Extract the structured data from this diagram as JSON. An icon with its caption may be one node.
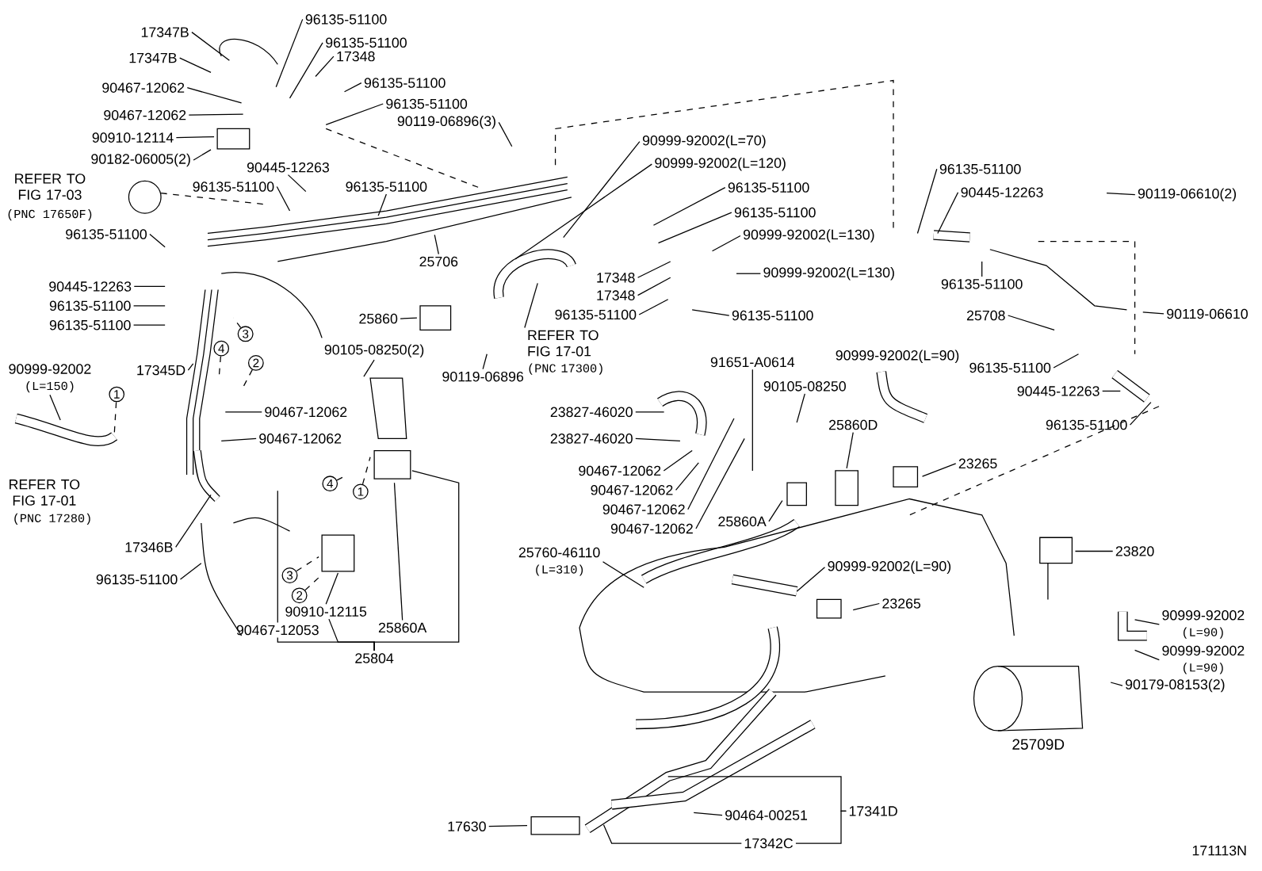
{
  "diagram": {
    "nodes": [
      {
        "text": [
          "17347B"
        ]
      },
      {
        "text": [
          "17347B"
        ]
      },
      {
        "text": [
          "96135-51100"
        ]
      },
      {
        "text": [
          "96135-51100"
        ]
      },
      {
        "text": [
          "17348"
        ]
      },
      {
        "text": [
          "90467-12062"
        ]
      },
      {
        "text": [
          "96135-51100"
        ]
      },
      {
        "text": [
          "90467-12062"
        ]
      },
      {
        "text": [
          "96135-51100"
        ]
      },
      {
        "text": [
          "90119-06896(3)"
        ]
      },
      {
        "text": [
          "90910-12114"
        ]
      },
      {
        "text": [
          "90182-06005(2)"
        ]
      },
      {
        "text": [
          "96135-51100"
        ]
      },
      {
        "text": [
          "90445-12263"
        ]
      },
      {
        "text": [
          "96135-51100"
        ]
      },
      {
        "text": [
          "96135-51100"
        ]
      },
      {
        "text": [
          "90445-12263"
        ]
      },
      {
        "text": [
          "96135-51100"
        ]
      },
      {
        "text": [
          "96135-51100"
        ]
      },
      {
        "text": [
          "25706"
        ]
      },
      {
        "text": [
          "17345D"
        ]
      },
      {
        "text": [
          "90999-92002",
          "(L=150)"
        ]
      },
      {
        "text": [
          "1"
        ]
      },
      {
        "text": [
          "4"
        ]
      },
      {
        "text": [
          "3"
        ]
      },
      {
        "text": [
          "2"
        ]
      },
      {
        "text": [
          "90467-12062"
        ]
      },
      {
        "text": [
          "90467-12062"
        ]
      },
      {
        "text": [
          "17346B"
        ]
      },
      {
        "text": [
          "96135-51100"
        ]
      },
      {
        "text": [
          "25860"
        ]
      },
      {
        "text": [
          "90105-08250(2)"
        ]
      },
      {
        "text": [
          "90119-06896"
        ]
      },
      {
        "text": [
          "REFER TO FIG 17-01",
          "(PNC 17300)"
        ]
      },
      {
        "text": [
          "4"
        ]
      },
      {
        "text": [
          "1"
        ]
      },
      {
        "text": [
          "3"
        ]
      },
      {
        "text": [
          "2"
        ]
      },
      {
        "text": [
          "90910-12115"
        ]
      },
      {
        "text": [
          "90467-12053"
        ]
      },
      {
        "text": [
          "25860A"
        ]
      },
      {
        "text": [
          "25804"
        ]
      },
      {
        "text": [
          "90999-92002(L=70)"
        ]
      },
      {
        "text": [
          "90999-92002(L=120)"
        ]
      },
      {
        "text": [
          "96135-51100"
        ]
      },
      {
        "text": [
          "96135-51100"
        ]
      },
      {
        "text": [
          "90999-92002(L=130)"
        ]
      },
      {
        "text": [
          "17348"
        ]
      },
      {
        "text": [
          "17348"
        ]
      },
      {
        "text": [
          "90999-92002(L=130)"
        ]
      },
      {
        "text": [
          "96135-51100"
        ]
      },
      {
        "text": [
          "96135-51100"
        ]
      },
      {
        "text": [
          "91651-A0614"
        ]
      },
      {
        "text": [
          "90105-08250"
        ]
      },
      {
        "text": [
          "25860D"
        ]
      },
      {
        "text": [
          "23827-46020"
        ]
      },
      {
        "text": [
          "23827-46020"
        ]
      },
      {
        "text": [
          "90467-12062"
        ]
      },
      {
        "text": [
          "90467-12062"
        ]
      },
      {
        "text": [
          "90467-12062"
        ]
      },
      {
        "text": [
          "90467-12062"
        ]
      },
      {
        "text": [
          "25860A"
        ]
      },
      {
        "text": [
          "23265"
        ]
      },
      {
        "text": [
          "25760-46110",
          "(L=310)"
        ]
      },
      {
        "text": [
          "90999-92002(L=90)"
        ]
      },
      {
        "text": [
          "23265"
        ]
      },
      {
        "text": [
          "23820"
        ]
      },
      {
        "text": [
          "96135-51100"
        ]
      },
      {
        "text": [
          "90445-12263"
        ]
      },
      {
        "text": [
          "90119-06610(2)"
        ]
      },
      {
        "text": [
          "96135-51100"
        ]
      },
      {
        "text": [
          "25708"
        ]
      },
      {
        "text": [
          "90119-06610"
        ]
      },
      {
        "text": [
          "96135-51100"
        ]
      },
      {
        "text": [
          "90445-12263"
        ]
      },
      {
        "text": [
          "96135-51100"
        ]
      },
      {
        "text": [
          "90999-92002",
          "(L=90)"
        ]
      },
      {
        "text": [
          "90999-92002",
          "(L=90)"
        ]
      },
      {
        "text": [
          "90179-08153(2)"
        ]
      },
      {
        "text": [
          "17630"
        ]
      },
      {
        "text": [
          "90464-00251"
        ]
      },
      {
        "text": [
          "17341D"
        ]
      },
      {
        "text": [
          "17342C"
        ]
      }
    ],
    "edges": [
      {
        "from": 0,
        "to": null,
        "arrow": "none"
      },
      {
        "from": 1,
        "to": null,
        "arrow": "none"
      },
      {
        "from": 2,
        "to": null,
        "arrow": "none"
      },
      {
        "from": 3,
        "to": null,
        "arrow": "none"
      },
      {
        "from": 4,
        "to": null,
        "arrow": "none"
      },
      {
        "from": 5,
        "to": null,
        "arrow": "none"
      },
      {
        "from": 6,
        "to": null,
        "arrow": "none"
      },
      {
        "from": 7,
        "to": null,
        "arrow": "none"
      },
      {
        "from": 8,
        "to": null,
        "arrow": "none"
      },
      {
        "from": 9,
        "to": null,
        "arrow": "none"
      },
      {
        "from": 10,
        "to": null,
        "arrow": "none"
      },
      {
        "from": 11,
        "to": null,
        "arrow": "none"
      },
      {
        "from": 12,
        "to": null,
        "arrow": "none"
      },
      {
        "from": 13,
        "to": null,
        "arrow": "none"
      },
      {
        "from": 14,
        "to": null,
        "arrow": "none"
      },
      {
        "from": 15,
        "to": null,
        "arrow": "none"
      },
      {
        "from": 16,
        "to": null,
        "arrow": "none"
      },
      {
        "from": 17,
        "to": null,
        "arrow": "none"
      },
      {
        "from": 18,
        "to": null,
        "arrow": "none"
      },
      {
        "from": 19,
        "to": null,
        "arrow": "none"
      },
      {
        "from": 20,
        "to": null,
        "arrow": "none"
      },
      {
        "from": 21,
        "to": null,
        "arrow": "none"
      },
      {
        "from": 22,
        "to": null,
        "arrow": "none",
        "style": "dashed"
      },
      {
        "from": 23,
        "to": null,
        "arrow": "none",
        "style": "dashed"
      },
      {
        "from": 24,
        "to": null,
        "arrow": "none",
        "style": "dashed"
      },
      {
        "from": 25,
        "to": null,
        "arrow": "none",
        "style": "dashed"
      },
      {
        "from": 26,
        "to": null,
        "arrow": "none"
      },
      {
        "from": 27,
        "to": null,
        "arrow": "none"
      },
      {
        "from": 28,
        "to": null,
        "arrow": "none"
      },
      {
        "from": 29,
        "to": null,
        "arrow": "none"
      },
      {
        "from": 30,
        "to": null,
        "arrow": "none"
      },
      {
        "from": 31,
        "to": null,
        "arrow": "none"
      },
      {
        "from": 32,
        "to": null,
        "arrow": "none"
      },
      {
        "from": 33,
        "to": null,
        "arrow": "none"
      },
      {
        "from": 34,
        "to": null,
        "arrow": "none",
        "style": "dashed"
      },
      {
        "from": 35,
        "to": null,
        "arrow": "none",
        "style": "dashed"
      },
      {
        "from": 36,
        "to": null,
        "arrow": "none",
        "style": "dashed"
      },
      {
        "from": 37,
        "to": null,
        "arrow": "none",
        "style": "dashed"
      },
      {
        "from": 38,
        "to": null,
        "arrow": "none"
      },
      {
        "from": 39,
        "to": null,
        "arrow": "none"
      },
      {
        "from": 40,
        "to": null,
        "arrow": "none"
      },
      {
        "from": 41,
        "to": 39,
        "arrow": "none"
      },
      {
        "from": 41,
        "to": 38,
        "arrow": "none"
      },
      {
        "from": 41,
        "to": null,
        "arrow": "none"
      },
      {
        "from": 42,
        "to": null,
        "arrow": "none"
      },
      {
        "from": 43,
        "to": null,
        "arrow": "none"
      },
      {
        "from": 44,
        "to": null,
        "arrow": "none"
      },
      {
        "from": 45,
        "to": null,
        "arrow": "none"
      },
      {
        "from": 46,
        "to": null,
        "arrow": "none"
      },
      {
        "from": 47,
        "to": null,
        "arrow": "none"
      },
      {
        "from": 48,
        "to": null,
        "arrow": "none"
      },
      {
        "from": 49,
        "to": null,
        "arrow": "none"
      },
      {
        "from": 50,
        "to": null,
        "arrow": "none"
      },
      {
        "from": 51,
        "to": null,
        "arrow": "none"
      },
      {
        "from": 52,
        "to": null,
        "arrow": "none"
      },
      {
        "from": 53,
        "to": null,
        "arrow": "none"
      },
      {
        "from": 54,
        "to": null,
        "arrow": "none"
      },
      {
        "from": 55,
        "to": null,
        "arrow": "none"
      },
      {
        "from": 56,
        "to": null,
        "arrow": "none"
      },
      {
        "from": 57,
        "to": null,
        "arrow": "none"
      },
      {
        "from": 58,
        "to": null,
        "arrow": "none"
      },
      {
        "from": 59,
        "to": null,
        "arrow": "none"
      },
      {
        "from": 60,
        "to": null,
        "arrow": "none"
      },
      {
        "from": 61,
        "to": null,
        "arrow": "none"
      },
      {
        "from": 62,
        "to": null,
        "arrow": "none"
      },
      {
        "from": 63,
        "to": null,
        "arrow": "none"
      },
      {
        "from": 64,
        "to": null,
        "arrow": "none"
      },
      {
        "from": 65,
        "to": null,
        "arrow": "none"
      },
      {
        "from": 66,
        "to": null,
        "arrow": "none"
      },
      {
        "from": 67,
        "to": null,
        "arrow": "none"
      },
      {
        "from": 68,
        "to": null,
        "arrow": "none"
      },
      {
        "from": 69,
        "to": null,
        "arrow": "none"
      },
      {
        "from": 70,
        "to": null,
        "arrow": "none"
      },
      {
        "from": 71,
        "to": null,
        "arrow": "none"
      },
      {
        "from": 72,
        "to": null,
        "arrow": "none"
      },
      {
        "from": 73,
        "to": null,
        "arrow": "none"
      },
      {
        "from": 74,
        "to": null,
        "arrow": "none"
      },
      {
        "from": 75,
        "to": null,
        "arrow": "none"
      },
      {
        "from": 76,
        "to": null,
        "arrow": "none"
      },
      {
        "from": 77,
        "to": null,
        "arrow": "none"
      },
      {
        "from": 78,
        "to": null,
        "arrow": "none"
      },
      {
        "from": 79,
        "to": null,
        "arrow": "none"
      },
      {
        "from": 80,
        "to": null,
        "arrow": "none"
      },
      {
        "from": 81,
        "to": null,
        "arrow": "none"
      },
      {
        "from": 81,
        "to": 82,
        "arrow": "none"
      },
      {
        "from": 82,
        "to": null,
        "arrow": "none"
      }
    ],
    "labels": [
      "REFER TO FIG 17-03",
      "(PNC 17650F)",
      "REFER TO FIG 17-01",
      "(PNC 17280)",
      "90999-92002(L=90)",
      "25709D",
      "171113N"
    ]
  }
}
